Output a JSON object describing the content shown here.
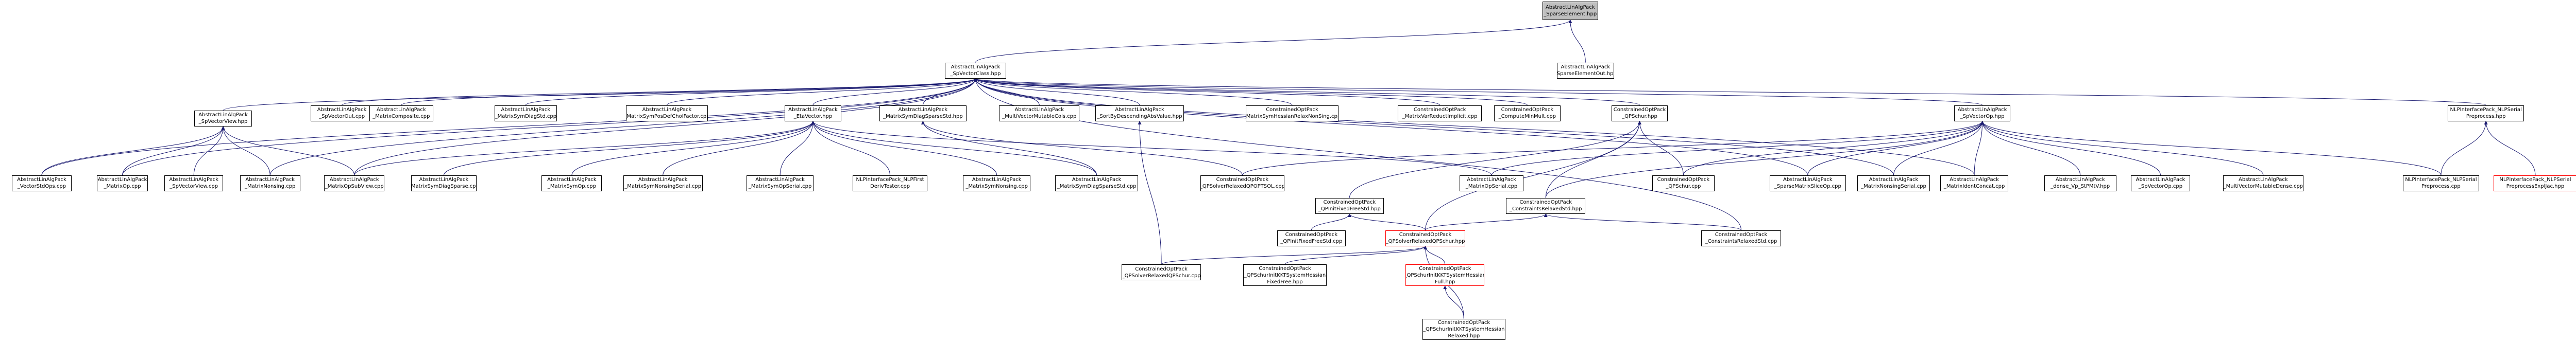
{
  "colors": {
    "edge": "#191970",
    "node_border": "#000000",
    "incomplete_border": "#ff0000",
    "focus_fill": "#bfbfbf"
  },
  "nodes": [
    {
      "id": "focus",
      "lines": [
        "AbstractLinAlgPack",
        "_SparseElement.hpp"
      ],
      "focus": true
    },
    {
      "id": "spvecclass",
      "lines": [
        "AbstractLinAlgPack",
        "_SpVectorClass.hpp"
      ]
    },
    {
      "id": "seout",
      "lines": [
        "AbstractLinAlgPack",
        "_SparseElementOut.hpp"
      ]
    },
    {
      "id": "spvecview",
      "lines": [
        "AbstractLinAlgPack",
        "_SpVectorView.hpp"
      ]
    },
    {
      "id": "spvecout",
      "lines": [
        "AbstractLinAlgPack",
        "_SpVectorOut.cpp"
      ]
    },
    {
      "id": "mcomposite",
      "lines": [
        "AbstractLinAlgPack",
        "_MatrixComposite.cpp"
      ]
    },
    {
      "id": "msymdiagstd",
      "lines": [
        "AbstractLinAlgPack",
        "_MatrixSymDiagStd.cpp"
      ]
    },
    {
      "id": "msymposdef",
      "lines": [
        "AbstractLinAlgPack",
        "_MatrixSymPosDefCholFactor.cpp"
      ]
    },
    {
      "id": "evector",
      "lines": [
        "AbstractLinAlgPack",
        "_EtaVector.hpp"
      ]
    },
    {
      "id": "msymdiagsp",
      "lines": [
        "AbstractLinAlgPack",
        "_MatrixSymDiagSparseStd.hpp"
      ]
    },
    {
      "id": "mvecmutcols",
      "lines": [
        "AbstractLinAlgPack",
        "_MultiVectorMutableCols.cpp"
      ]
    },
    {
      "id": "sortbydesc",
      "lines": [
        "AbstractLinAlgPack",
        "_SortByDescendingAbsValue.hpp"
      ]
    },
    {
      "id": "symhessrelax",
      "lines": [
        "ConstrainedOptPack",
        "_MatrixSymHessianRelaxNonSing.cpp"
      ]
    },
    {
      "id": "varredimp",
      "lines": [
        "ConstrainedOptPack",
        "_MatrixVarReductImplicit.cpp"
      ]
    },
    {
      "id": "compbfgs",
      "lines": [
        "ConstrainedOptPack",
        "_ComputeMinMult.cpp"
      ]
    },
    {
      "id": "qpschurhpp",
      "lines": [
        "ConstrainedOptPack",
        "_QPSchur.hpp"
      ]
    },
    {
      "id": "spvecop",
      "lines": [
        "AbstractLinAlgPack",
        "_SpVectorOp.hpp"
      ]
    },
    {
      "id": "nlpsepreproc",
      "lines": [
        "NLPInterfacePack_NLPSerial",
        "Preprocess.hpp"
      ]
    },
    {
      "id": "vecstdops",
      "lines": [
        "AbstractLinAlgPack",
        "_VectorStdOps.cpp"
      ]
    },
    {
      "id": "mop",
      "lines": [
        "AbstractLinAlgPack",
        "_MatrixOp.cpp"
      ]
    },
    {
      "id": "spvecviewcpp",
      "lines": [
        "AbstractLinAlgPack",
        "_SpVectorView.cpp"
      ]
    },
    {
      "id": "mnonsing",
      "lines": [
        "AbstractLinAlgPack",
        "_MatrixNonsing.cpp"
      ]
    },
    {
      "id": "mopsubview",
      "lines": [
        "AbstractLinAlgPack",
        "_MatrixOpSubView.cpp"
      ]
    },
    {
      "id": "msymdiagspcpp",
      "lines": [
        "AbstractLinAlgPack",
        "_MatrixSymDiagSparse.cpp"
      ]
    },
    {
      "id": "msymop",
      "lines": [
        "AbstractLinAlgPack",
        "_MatrixSymOp.cpp"
      ]
    },
    {
      "id": "msymnonsingser",
      "lines": [
        "AbstractLinAlgPack",
        "_MatrixSymNonsingSerial.cpp"
      ]
    },
    {
      "id": "msymopser",
      "lines": [
        "AbstractLinAlgPack",
        "_MatrixSymOpSerial.cpp"
      ]
    },
    {
      "id": "nlpfirstderiv",
      "lines": [
        "NLPInterfacePack_NLPFirst",
        "DerivTester.cpp"
      ]
    },
    {
      "id": "msymnonsing",
      "lines": [
        "AbstractLinAlgPack",
        "_MatrixSymNonsing.cpp"
      ]
    },
    {
      "id": "msymdiagspstd",
      "lines": [
        "AbstractLinAlgPack",
        "_MatrixSymDiagSparseStd.cpp"
      ]
    },
    {
      "id": "qpsolverelaxtsol",
      "lines": [
        "ConstrainedOptPack",
        "_QPSolverRelaxedQPOPTSOL.cpp"
      ]
    },
    {
      "id": "mopser",
      "lines": [
        "AbstractLinAlgPack",
        "_MatrixOpSerial.cpp"
      ]
    },
    {
      "id": "qpschurcpp",
      "lines": [
        "ConstrainedOptPack",
        "_QPSchur.cpp"
      ]
    },
    {
      "id": "sparsematslice",
      "lines": [
        "AbstractLinAlgPack",
        "_SparseMatrixSliceOp.cpp"
      ]
    },
    {
      "id": "mnonsingser",
      "lines": [
        "AbstractLinAlgPack",
        "_MatrixNonsingSerial.cpp"
      ]
    },
    {
      "id": "midentconcat",
      "lines": [
        "AbstractLinAlgPack",
        "_MatrixIdentConcat.cpp"
      ]
    },
    {
      "id": "densetp",
      "lines": [
        "AbstractLinAlgPack",
        "_dense_Vp_StPMtV.hpp"
      ]
    },
    {
      "id": "spvecopcpp",
      "lines": [
        "AbstractLinAlgPack",
        "_SpVectorOp.cpp"
      ]
    },
    {
      "id": "mvecmutdense",
      "lines": [
        "AbstractLinAlgPack",
        "_MultiVectorMutableDense.cpp"
      ]
    },
    {
      "id": "nlpseprepcpp",
      "lines": [
        "NLPInterfacePack_NLPSerial",
        "Preprocess.cpp"
      ]
    },
    {
      "id": "nlpseprepexp",
      "lines": [
        "NLPInterfacePack_NLPSerial",
        "PreprocessExplJac.hpp"
      ],
      "red": true
    },
    {
      "id": "qpinitfixedhpp",
      "lines": [
        "ConstrainedOptPack",
        "_QPInitFixedFreeStd.hpp"
      ]
    },
    {
      "id": "constrinitstd",
      "lines": [
        "ConstrainedOptPack",
        "_ConstraintsRelaxedStd.hpp"
      ]
    },
    {
      "id": "qpinitfixedcpp",
      "lines": [
        "ConstrainedOptPack",
        "_QPInitFixedFreeStd.cpp"
      ]
    },
    {
      "id": "qpsolverelschurhpp",
      "lines": [
        "ConstrainedOptPack",
        "_QPSolverRelaxedQPSchur.hpp"
      ],
      "red": true
    },
    {
      "id": "constrrelcpp",
      "lines": [
        "ConstrainedOptPack",
        "_ConstraintsRelaxedStd.cpp"
      ]
    },
    {
      "id": "qpsolverelschurcpp",
      "lines": [
        "ConstrainedOptPack",
        "_QPSolverRelaxedQPSchur.cpp"
      ]
    },
    {
      "id": "kktfixedfree",
      "lines": [
        "ConstrainedOptPack",
        "_QPSchurInitKKTSystemHessian",
        "FixedFree.hpp"
      ]
    },
    {
      "id": "kktfull",
      "lines": [
        "ConstrainedOptPack",
        "_QPSchurInitKKTSystemHessian",
        "Full.hpp"
      ],
      "red": true
    },
    {
      "id": "kktrelaxed",
      "lines": [
        "ConstrainedOptPack",
        "_QPSchurInitKKTSystemHessian",
        "Relaxed.hpp"
      ]
    }
  ],
  "edges": [
    [
      "focus",
      "spvecclass"
    ],
    [
      "focus",
      "seout"
    ],
    [
      "spvecclass",
      "spvecview"
    ],
    [
      "spvecclass",
      "spvecout"
    ],
    [
      "spvecclass",
      "mcomposite"
    ],
    [
      "spvecclass",
      "msymdiagstd"
    ],
    [
      "spvecclass",
      "msymposdef"
    ],
    [
      "spvecclass",
      "evector"
    ],
    [
      "spvecclass",
      "msymdiagsp"
    ],
    [
      "spvecclass",
      "mvecmutcols"
    ],
    [
      "spvecclass",
      "sortbydesc"
    ],
    [
      "spvecclass",
      "symhessrelax"
    ],
    [
      "spvecclass",
      "varredimp"
    ],
    [
      "spvecclass",
      "compbfgs"
    ],
    [
      "spvecclass",
      "qpschurhpp"
    ],
    [
      "spvecclass",
      "spvecop"
    ],
    [
      "spvecclass",
      "nlpsepreproc"
    ],
    [
      "spvecclass",
      "vecstdops"
    ],
    [
      "spvecclass",
      "mop"
    ],
    [
      "spvecclass",
      "mnonsing"
    ],
    [
      "spvecclass",
      "mopsubview"
    ],
    [
      "spvecclass",
      "sparsematslice"
    ],
    [
      "spvecclass",
      "mnonsingser"
    ],
    [
      "spvecclass",
      "midentconcat"
    ],
    [
      "spvecclass",
      "constrrelcpp"
    ],
    [
      "spvecview",
      "vecstdops"
    ],
    [
      "spvecview",
      "mop"
    ],
    [
      "spvecview",
      "spvecviewcpp"
    ],
    [
      "spvecview",
      "mnonsing"
    ],
    [
      "spvecview",
      "mopsubview"
    ],
    [
      "evector",
      "mopsubview"
    ],
    [
      "evector",
      "msymdiagspcpp"
    ],
    [
      "evector",
      "msymop"
    ],
    [
      "evector",
      "msymnonsingser"
    ],
    [
      "evector",
      "msymopser"
    ],
    [
      "evector",
      "nlpfirstderiv"
    ],
    [
      "evector",
      "msymnonsing"
    ],
    [
      "evector",
      "msymdiagspstd"
    ],
    [
      "evector",
      "mopser"
    ],
    [
      "msymdiagsp",
      "msymdiagspstd"
    ],
    [
      "msymdiagsp",
      "qpsolverelaxtsol"
    ],
    [
      "sortbydesc",
      "qpsolverelschurcpp"
    ],
    [
      "qpschurhpp",
      "qpinitfixedhpp"
    ],
    [
      "qpschurhpp",
      "constrinitstd"
    ],
    [
      "qpschurhpp",
      "qpsolverelschurhpp"
    ],
    [
      "qpschurhpp",
      "qpschurcpp"
    ],
    [
      "spvecop",
      "qpsolverelaxtsol"
    ],
    [
      "spvecop",
      "mopser"
    ],
    [
      "spvecop",
      "qpschurcpp"
    ],
    [
      "spvecop",
      "sparsematslice"
    ],
    [
      "spvecop",
      "mnonsingser"
    ],
    [
      "spvecop",
      "midentconcat"
    ],
    [
      "spvecop",
      "densetp"
    ],
    [
      "spvecop",
      "spvecopcpp"
    ],
    [
      "spvecop",
      "mvecmutdense"
    ],
    [
      "spvecop",
      "nlpseprepcpp"
    ],
    [
      "spvecop",
      "constrinitstd"
    ],
    [
      "nlpsepreproc",
      "nlpseprepcpp"
    ],
    [
      "nlpsepreproc",
      "nlpseprepexp"
    ],
    [
      "qpinitfixedhpp",
      "qpinitfixedcpp"
    ],
    [
      "qpinitfixedhpp",
      "qpsolverelschurhpp"
    ],
    [
      "constrinitstd",
      "qpsolverelschurhpp"
    ],
    [
      "constrinitstd",
      "constrrelcpp"
    ],
    [
      "qpsolverelschurhpp",
      "qpsolverelschurcpp"
    ],
    [
      "qpsolverelschurhpp",
      "kktfixedfree"
    ],
    [
      "qpsolverelschurhpp",
      "kktfull"
    ],
    [
      "kktfull",
      "kktrelaxed"
    ],
    [
      "qpsolverelschurhpp",
      "kktrelaxed"
    ]
  ]
}
